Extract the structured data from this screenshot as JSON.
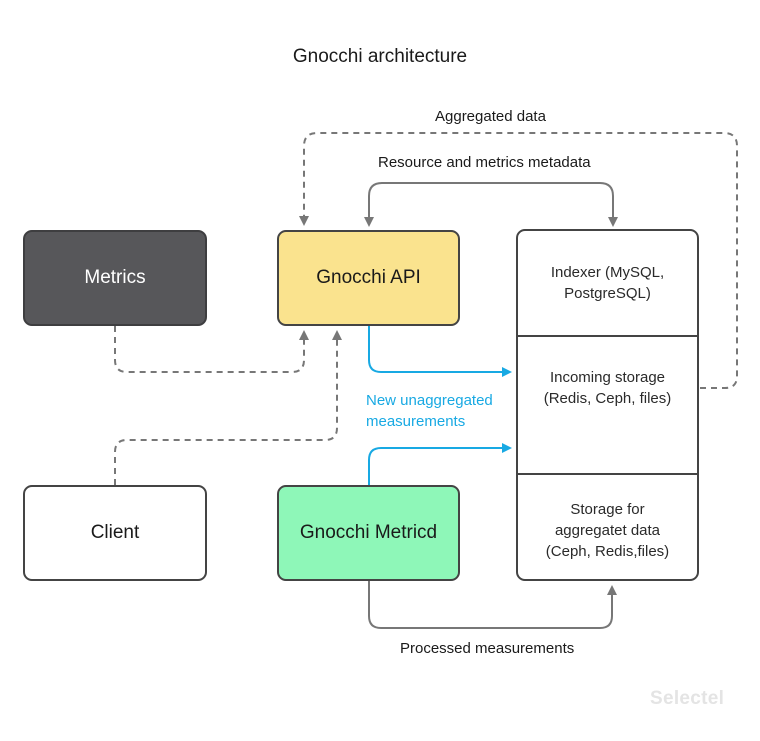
{
  "title": "Gnocchi architecture",
  "nodes": {
    "metrics": "Metrics",
    "gnocchi_api": "Gnocchi API",
    "client": "Client",
    "gnocchi_metricd": "Gnocchi Metricd",
    "storage_stack": {
      "indexer": "Indexer (MySQL,\nPostgreSQL)",
      "incoming": "Incoming storage\n(Redis, Ceph, files)",
      "aggregated": "Storage for\naggregatet data\n(Ceph, Redis,files)"
    }
  },
  "edge_labels": {
    "aggregated_data": "Aggregated data",
    "resource_metadata": "Resource and metrics metadata",
    "new_unaggregated": "New unaggregated measurements",
    "processed": "Processed measurements"
  },
  "watermark": "Selectel",
  "colors": {
    "metrics_fill": "#57575a",
    "api_fill": "#fae38e",
    "metricd_fill": "#8ef7b8",
    "client_fill": "#ffffff",
    "flow_blue": "#18a9e3",
    "line_gray": "#777777"
  }
}
